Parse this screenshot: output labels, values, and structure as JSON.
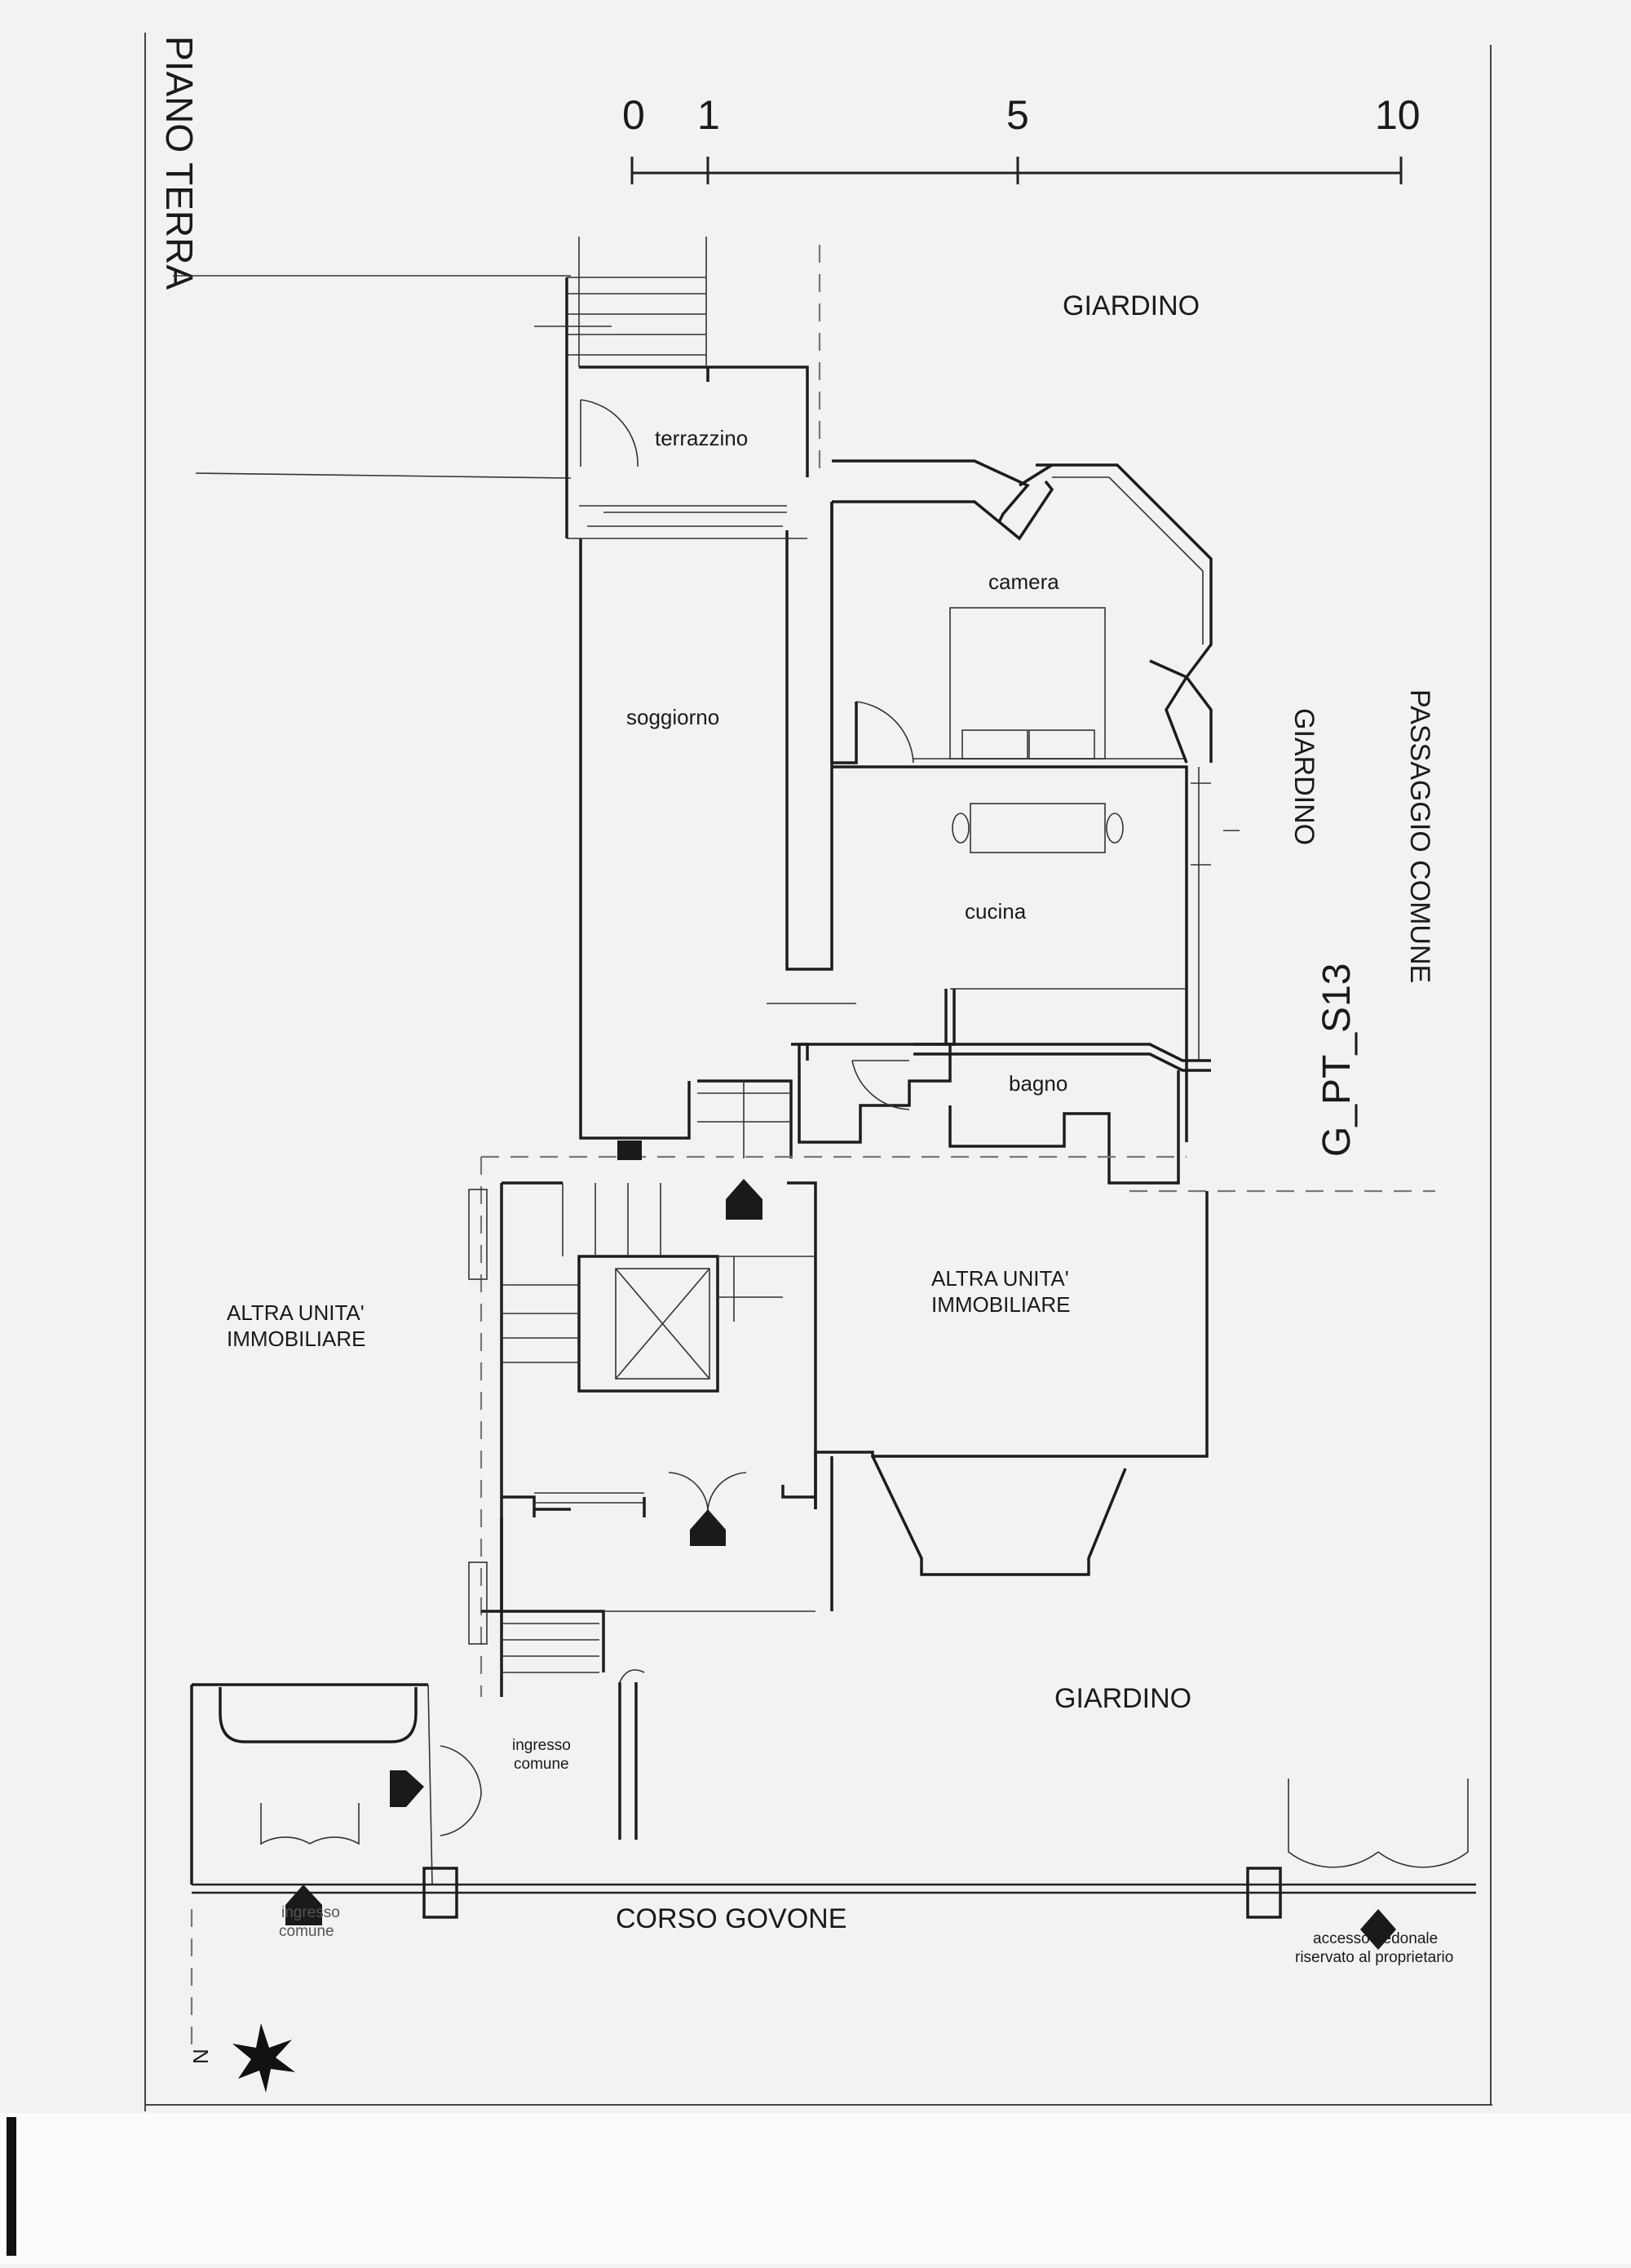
{
  "title": "PIANO TERRA",
  "code": "G_PT_S13",
  "scale": {
    "ticks": [
      "0",
      "1",
      "5",
      "10"
    ]
  },
  "rooms": {
    "terrazzino": "terrazzino",
    "camera": "camera",
    "soggiorno": "soggiorno",
    "cucina": "cucina",
    "bagno": "bagno"
  },
  "areas": {
    "giardino_top": "GIARDINO",
    "giardino_side": "GIARDINO",
    "passaggio": "PASSAGGIO COMUNE",
    "giardino_bottom": "GIARDINO",
    "street": "CORSO GOVONE",
    "altra_left_1": "ALTRA UNITA'",
    "altra_left_2": "IMMOBILIARE",
    "altra_center_1": "ALTRA UNITA'",
    "altra_center_2": "IMMOBILIARE",
    "ingresso_1a": "ingresso",
    "ingresso_1b": "comune",
    "ingresso_2a": "ingresso",
    "ingresso_2b": "comune",
    "accesso_1": "accesso pedonale",
    "accesso_2": "riservato al proprietario"
  },
  "north": "N"
}
